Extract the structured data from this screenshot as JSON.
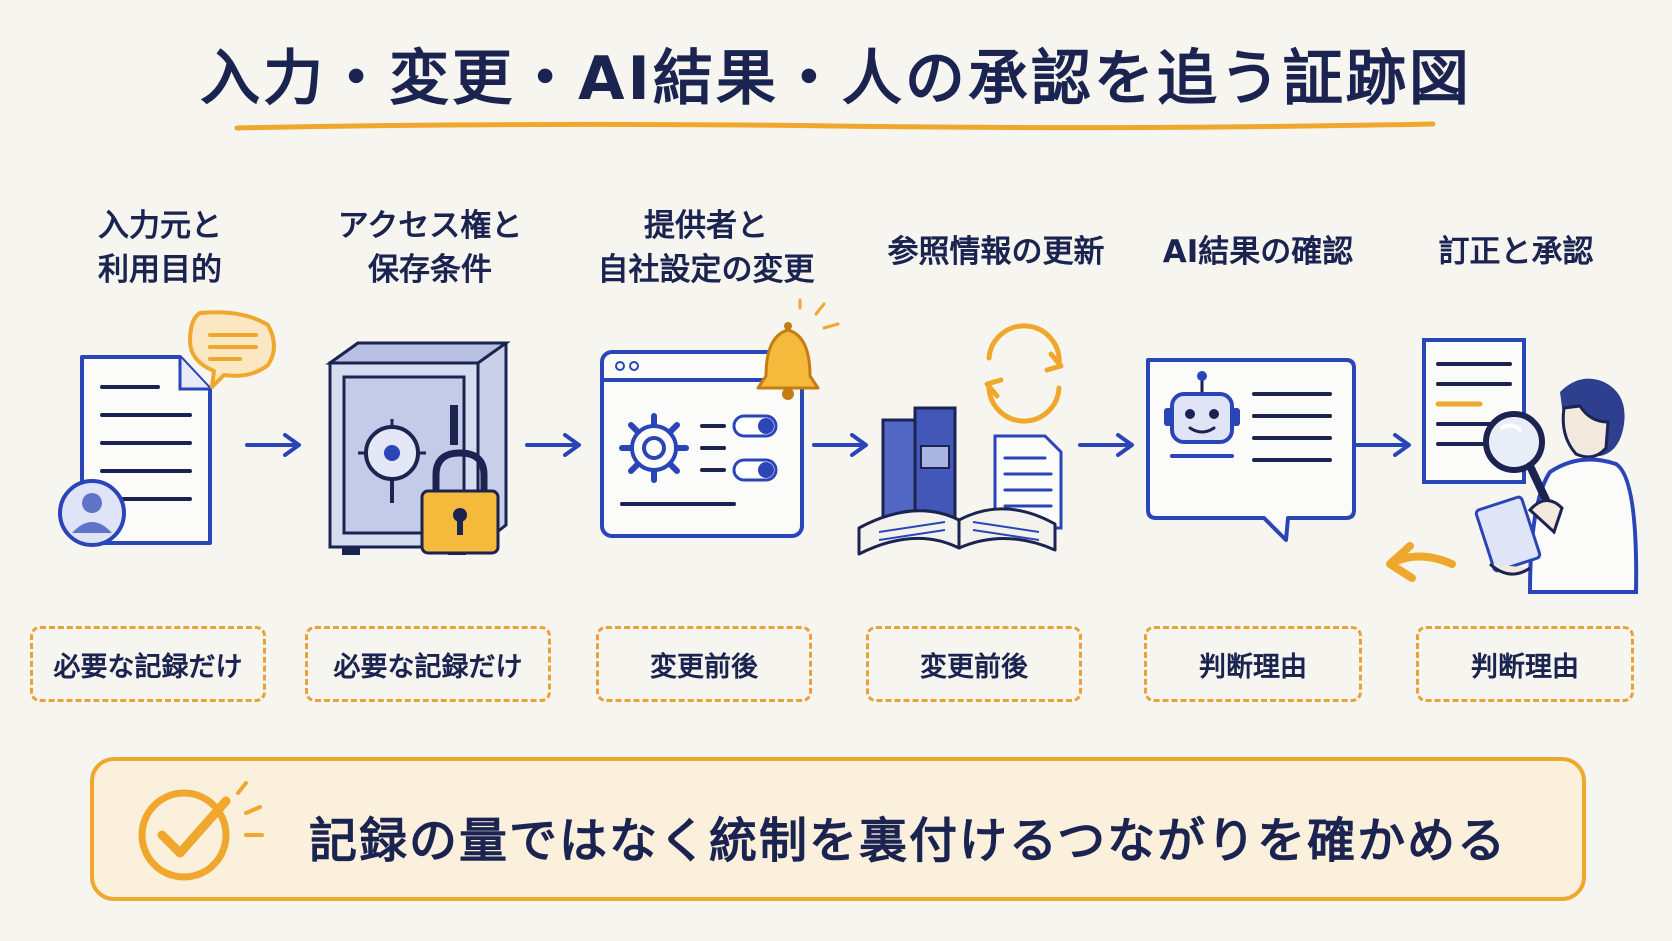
{
  "title": "入力・変更・AI結果・人の承認を追う証跡図",
  "steps": [
    {
      "label_line1": "入力元と",
      "label_line2": "利用目的",
      "tag": "必要な記録だけ"
    },
    {
      "label_line1": "アクセス権と",
      "label_line2": "保存条件",
      "tag": "必要な記録だけ"
    },
    {
      "label_line1": "提供者と",
      "label_line2": "自社設定の変更",
      "tag": "変更前後"
    },
    {
      "label_line1": "参照情報の更新",
      "label_line2": "",
      "tag": "変更前後"
    },
    {
      "label_line1": "AI結果の確認",
      "label_line2": "",
      "tag": "判断理由"
    },
    {
      "label_line1": "訂正と承認",
      "label_line2": "",
      "tag": "判断理由"
    }
  ],
  "conclusion": "記録の量ではなく統制を裏付けるつながりを確かめる",
  "colors": {
    "navy": "#1b2450",
    "blue": "#2a45b8",
    "orange": "#f0a72d",
    "background": "#f7f5ef"
  },
  "icons": [
    "document-user-icon",
    "speech-bubble-icon",
    "safe-icon",
    "padlock-icon",
    "settings-window-icon",
    "bell-icon",
    "books-icon",
    "refresh-icon",
    "ai-robot-chat-icon",
    "reviewer-magnifier-icon",
    "check-circle-icon"
  ]
}
